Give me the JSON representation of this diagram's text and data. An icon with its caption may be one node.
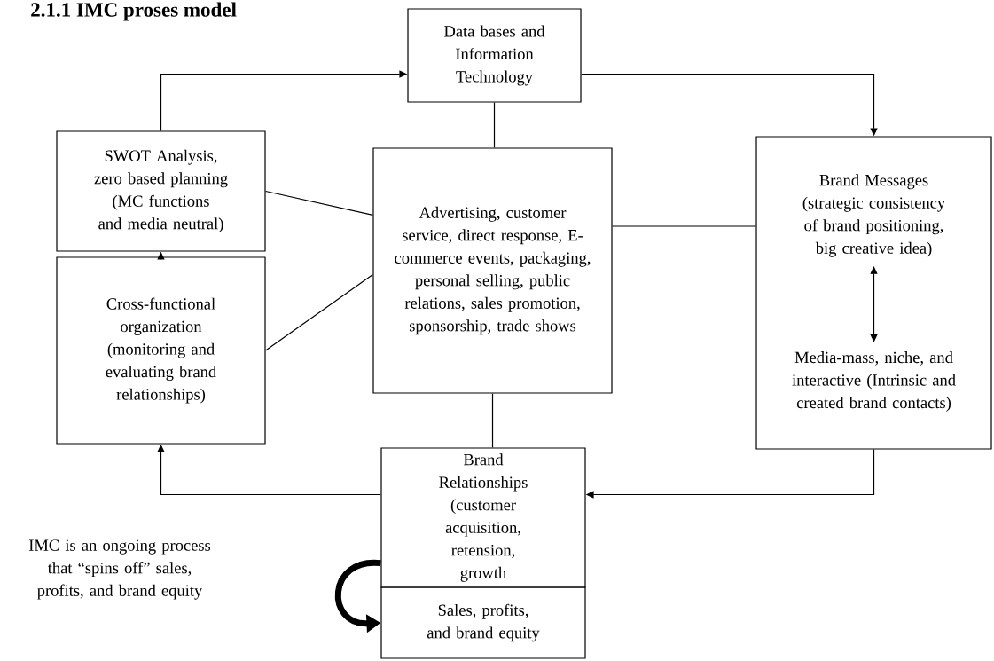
{
  "diagram": {
    "title": "2.1.1 IMC proses model",
    "nodes": [
      {
        "text": [
          "Data bases and Information Technology"
        ]
      },
      {
        "text": [
          "SWOT Analysis, zero based planning (MC functions and media neutral)"
        ]
      },
      {
        "text": [
          "Advertising, customer service, direct response, E-commerce events, packaging, personal selling, public relations, sales promotion, sponsorship, trade shows"
        ]
      },
      {
        "text": [],
        "shape": "box"
      },
      {
        "text": [
          "Brand Messages (strategic consistency of brand positioning, big creative idea)"
        ],
        "in": 3
      },
      {
        "text": [
          "Media-mass, niche, and interactive (Intrinsic and created brand contacts)"
        ],
        "in": 3
      },
      {
        "text": [
          "Cross-functional organization (monitoring and evaluating brand relationships)"
        ]
      },
      {
        "text": [
          "Brand Relationships (customer acquisition, retension, growth"
        ]
      },
      {
        "text": [
          "Sales, profits, and brand equity"
        ]
      }
    ],
    "edges": [
      {
        "from": 1,
        "to": 0,
        "arrow": "to"
      },
      {
        "from": 0,
        "to": 3,
        "arrow": "to"
      },
      {
        "from": 0,
        "to": 2,
        "arrow": "none"
      },
      {
        "from": 1,
        "to": 2,
        "arrow": "none"
      },
      {
        "from": 6,
        "to": 2,
        "arrow": "none"
      },
      {
        "from": 2,
        "to": 3,
        "arrow": "none"
      },
      {
        "from": 6,
        "to": 1,
        "arrow": "to"
      },
      {
        "from": 2,
        "to": 7,
        "arrow": "none"
      },
      {
        "from": 7,
        "to": 6,
        "arrow": "to"
      },
      {
        "from": 3,
        "to": 7,
        "arrow": "to"
      },
      {
        "from": 4,
        "to": 5,
        "arrow": "both"
      },
      {
        "from": 7,
        "to": 8,
        "arrow": "to",
        "style": "thick"
      }
    ],
    "labels": [
      "IMC is an ongoing process that “spins off” sales, profits, and brand equity"
    ]
  }
}
